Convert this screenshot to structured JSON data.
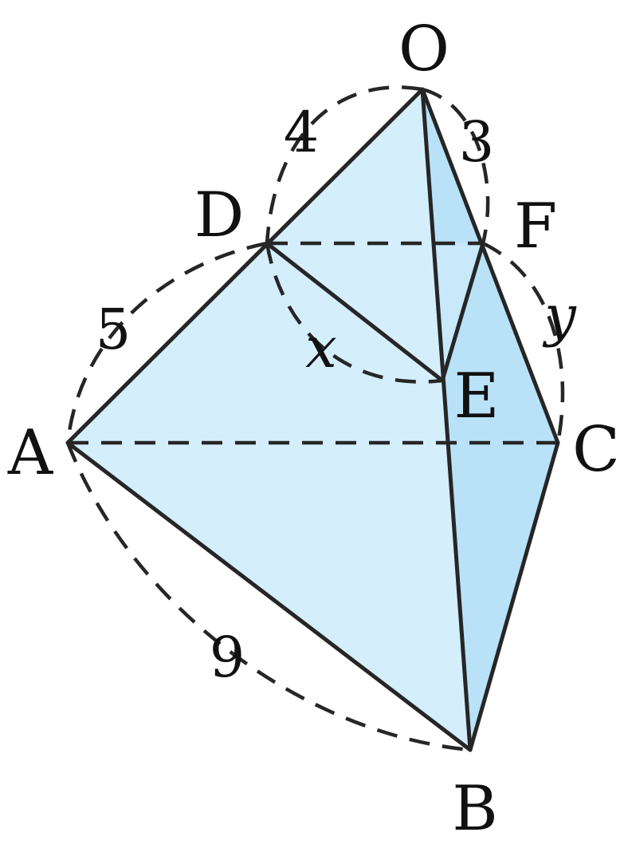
{
  "figure": {
    "vertices": {
      "O": "O",
      "A": "A",
      "B": "B",
      "C": "C",
      "D": "D",
      "E": "E",
      "F": "F"
    },
    "measures": {
      "OD": "4",
      "DA": "5",
      "AB": "9",
      "OF": "3",
      "DE": "x",
      "FC": "y"
    },
    "colors": {
      "face_light": "#d4eefc",
      "face_dark": "#b9e2f8",
      "line": "#262626"
    }
  }
}
